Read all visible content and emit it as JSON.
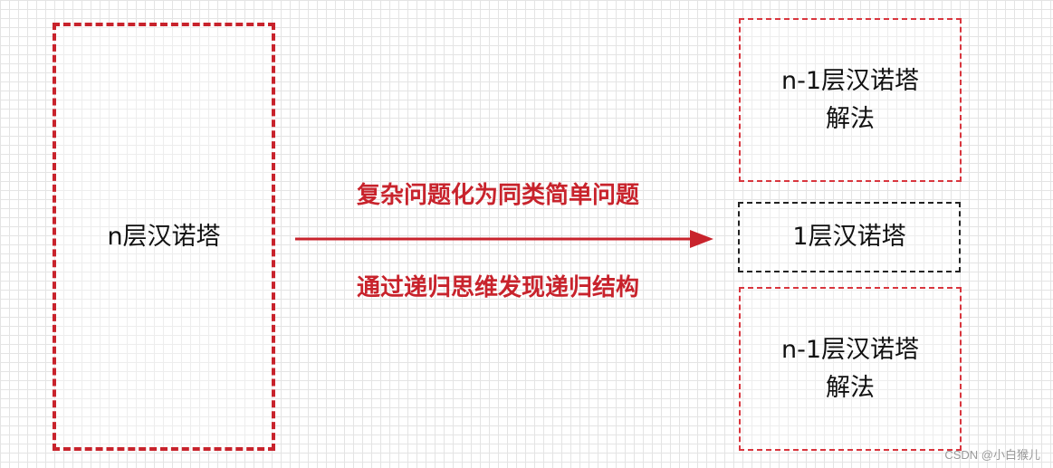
{
  "diagram": {
    "left_box": {
      "label": "n层汉诺塔"
    },
    "arrow_caption_top": "复杂问题化为同类简单问题",
    "arrow_caption_bottom": "通过递归思维发现递归结构",
    "right_boxes": [
      {
        "label": "n-1层汉诺塔\n解法"
      },
      {
        "label": "1层汉诺塔"
      },
      {
        "label": "n-1层汉诺塔\n解法"
      }
    ]
  },
  "watermark": "CSDN @小白猴儿",
  "colors": {
    "accent_red": "#c8232c",
    "dashed_dark": "#222222",
    "grid": "#e4e4e4"
  }
}
